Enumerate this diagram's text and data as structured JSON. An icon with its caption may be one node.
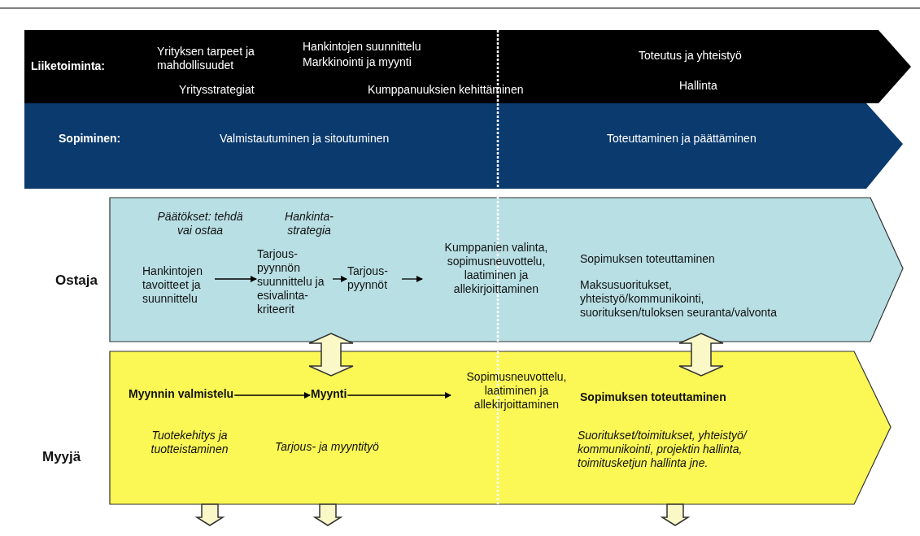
{
  "diagram": {
    "nodes": [
      {
        "text": [
          "Liiketoiminta:",
          "Yrityksen tarpeet ja mahdollisuudet",
          "Hankintojen suunnittelu",
          "Markkinointi ja myynti",
          "Yritysstrategiat",
          "Kumppanuuksien kehittäminen",
          "Toteutus ja yhteistyö",
          "Hallinta"
        ]
      },
      {
        "text": [
          "Sopiminen:",
          "Valmistautuminen ja sitoutuminen",
          "Toteuttaminen ja päättäminen"
        ]
      },
      {
        "text": [
          "Ostaja",
          "Päätökset: tehdä vai ostaa",
          "Hankinta- strategia",
          "Sopimuksen toteuttaminen",
          "Maksusuoritukset, yhteistyö/kommunikointi, suorituksen/tuloksen seuranta/valvonta"
        ]
      },
      {
        "text": [
          "Hankintojen tavoitteet ja suunnittelu"
        ],
        "in": 2
      },
      {
        "text": [
          "Tarjous- pyynnön suunnittelu ja esivalinta- kriteerit"
        ],
        "in": 2
      },
      {
        "text": [
          "Tarjous- pyynnöt"
        ],
        "in": 2
      },
      {
        "text": [
          "Kumppanien valinta, sopimusneuvottelu, laatiminen ja allekirjoittaminen"
        ],
        "in": 2
      },
      {
        "text": [
          "Myyjä",
          "Tuotekehitys ja tuotteistaminen",
          "Tarjous- ja myyntityö",
          "Sopimuksen toteuttaminen",
          "Suoritukset/toimitukset, yhteistyö/ kommunikointi, projektin hallinta, toimitusketjun hallinta jne."
        ]
      },
      {
        "text": [
          "Myynnin valmistelu"
        ],
        "in": 7
      },
      {
        "text": [
          "Myynti"
        ],
        "in": 7
      },
      {
        "text": [
          "Sopimusneuvottelu, laatiminen ja allekirjoittaminen"
        ],
        "in": 7
      }
    ],
    "edges": [
      {
        "from": 3,
        "to": 4,
        "arrow": "to"
      },
      {
        "from": 4,
        "to": 5,
        "arrow": "to"
      },
      {
        "from": 5,
        "to": 6,
        "arrow": "to"
      },
      {
        "from": 8,
        "to": 9,
        "arrow": "to"
      },
      {
        "from": 9,
        "to": 10,
        "arrow": "to"
      },
      {
        "from": 2,
        "to": 7,
        "arrow": "both",
        "style": "thick"
      },
      {
        "from": 2,
        "to": 7,
        "arrow": "both",
        "style": "thick"
      },
      {
        "from": 7,
        "to": null,
        "arrow": "to",
        "style": "thick"
      },
      {
        "from": 7,
        "to": null,
        "arrow": "to",
        "style": "thick"
      },
      {
        "from": 7,
        "to": null,
        "arrow": "to",
        "style": "thick"
      }
    ]
  }
}
